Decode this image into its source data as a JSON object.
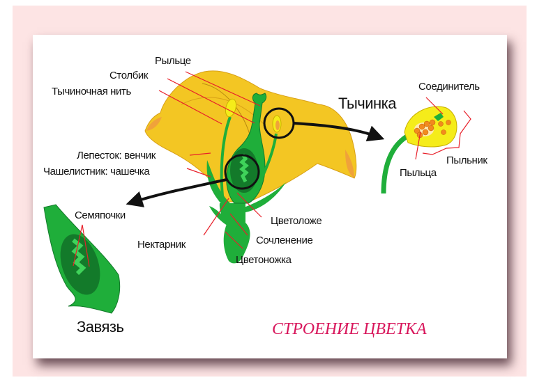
{
  "title": "СТРОЕНИЕ ЦВЕТКА",
  "labels": {
    "stigma": "Рыльце",
    "style": "Столбик",
    "filament": "Тычиночная нить",
    "stamen": "Тычинка",
    "connective": "Соединитель",
    "anther": "Пыльник",
    "pollen": "Пыльца",
    "petal": "Лепесток: венчик",
    "sepal": "Чашелистник: чашечка",
    "ovules": "Семяпочки",
    "receptacle": "Цветоложе",
    "nectary": "Нектарник",
    "joint": "Сочленение",
    "pedicel": "Цветоножка",
    "ovary": "Завязь"
  },
  "colors": {
    "petal": "#f3c623",
    "petal_tip": "#f0a23a",
    "green": "#1fae3a",
    "dark_green": "#137a2a",
    "light_green": "#3fd35a",
    "pollen": "#f28a1e",
    "title": "#d8175c",
    "line": "#e8202a"
  }
}
